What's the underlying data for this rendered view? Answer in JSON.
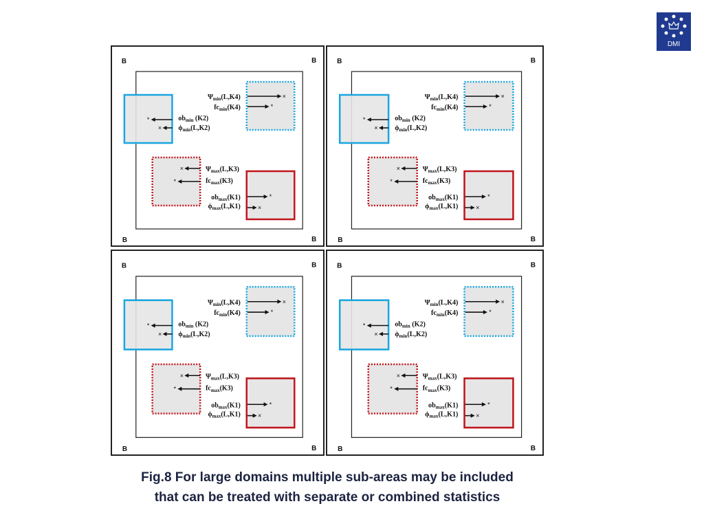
{
  "logo": {
    "text": "DMI"
  },
  "caption": {
    "line1": "Fig.8  For large domains multiple sub-areas may be included",
    "line2": "that can be treated with separate or combined statistics"
  },
  "diagram": {
    "boundary_label": "B",
    "panel_count": 4,
    "labels": {
      "psi_min": {
        "main": "Ψ",
        "sub": "min",
        "args": "(L,K4)"
      },
      "fc_min": {
        "main": "fc",
        "sub": "min",
        "args": "(K4)"
      },
      "ob_min": {
        "main": "ob",
        "sub": "min",
        "args": " (K2)"
      },
      "phi_min": {
        "main": "ϕ",
        "sub": "min",
        "args": "(L,K2)"
      },
      "psi_max": {
        "main": "Ψ",
        "sub": "max",
        "args": "(L,K3)"
      },
      "fc_max": {
        "main": "fc",
        "sub": "max",
        "args": "(K3)"
      },
      "ob_max": {
        "main": "ob",
        "sub": "max",
        "args": "(K1)"
      },
      "phi_max": {
        "main": "ϕ",
        "sub": "max",
        "args": "(L,K1)"
      }
    },
    "colors": {
      "blue": "#1aa6e0",
      "red": "#c0141b",
      "fill": "#e6e6e6"
    }
  }
}
